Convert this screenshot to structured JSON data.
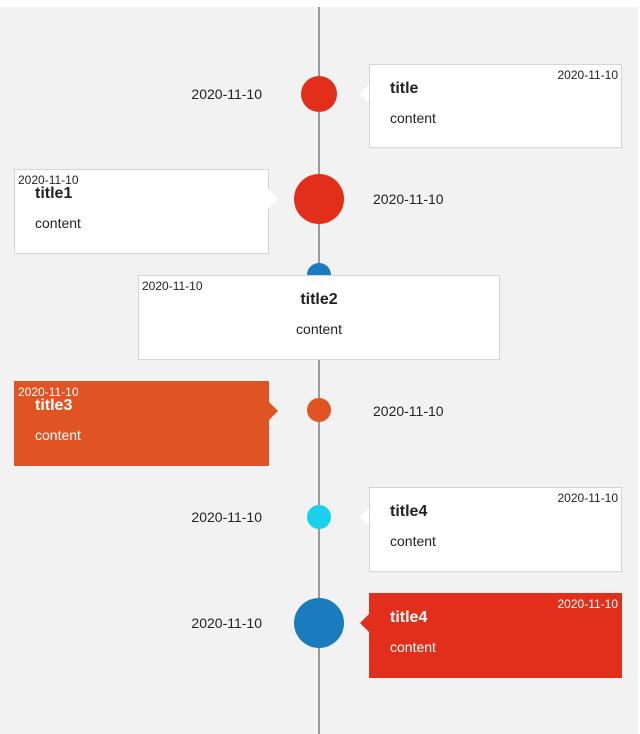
{
  "timeline": {
    "items": [
      {
        "date": "2020-11-10",
        "card_date": "2020-11-10",
        "title": "title",
        "content": "content",
        "node_color": "#e22f1c",
        "card_bg": "#ffffff",
        "card_text": "#222222"
      },
      {
        "date": "2020-11-10",
        "card_date": "2020-11-10",
        "title": "title1",
        "content": "content",
        "node_color": "#e22f1c",
        "card_bg": "#ffffff",
        "card_text": "#222222"
      },
      {
        "card_date": "2020-11-10",
        "title": "title2",
        "content": "content",
        "node_color": "#1a7bbd",
        "card_bg": "#ffffff",
        "card_text": "#222222"
      },
      {
        "date": "2020-11-10",
        "card_date": "2020-11-10",
        "title": "title3",
        "content": "content",
        "node_color": "#e05423",
        "card_bg": "#e05423",
        "card_text": "#ffffff"
      },
      {
        "date": "2020-11-10",
        "card_date": "2020-11-10",
        "title": "title4",
        "content": "content",
        "node_color": "#19d1ee",
        "card_bg": "#ffffff",
        "card_text": "#222222"
      },
      {
        "date": "2020-11-10",
        "card_date": "2020-11-10",
        "title": "title4",
        "content": "content",
        "node_color": "#1a7bbd",
        "card_bg": "#e22f1c",
        "card_text": "#ffffff"
      }
    ]
  }
}
